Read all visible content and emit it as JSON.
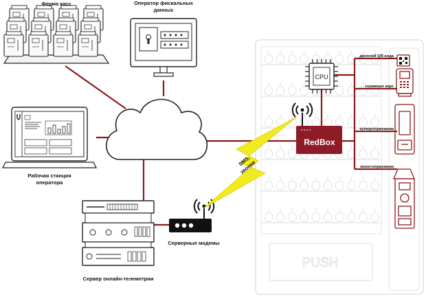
{
  "colors": {
    "accent": "#8b1a1a",
    "redbox": "#8e1b26",
    "lightning": "#f2ea20",
    "outline": "#222222",
    "vending": "#e2e2e2"
  },
  "labels": {
    "cash_farm": "Ферма касс",
    "fiscal_operator_line1": "Оператор фискальных",
    "fiscal_operator_line2": "данных",
    "workstation_line1": "Рабочая станция",
    "workstation_line2": "оператора",
    "server_modems": "Серверные модемы",
    "telemetry_server": "Сервер онлайн-телеметрии",
    "sms_line1": "SMS,",
    "sms_line2": "звонки",
    "redbox": "RedBox",
    "cpu": "CPU",
    "qr_display": "дисплей QR-кода",
    "card_terminal": "терминал карт",
    "bill_acceptor": "купюроприемник",
    "coin_acceptor": "монетоприемник",
    "push": "PUSH"
  }
}
